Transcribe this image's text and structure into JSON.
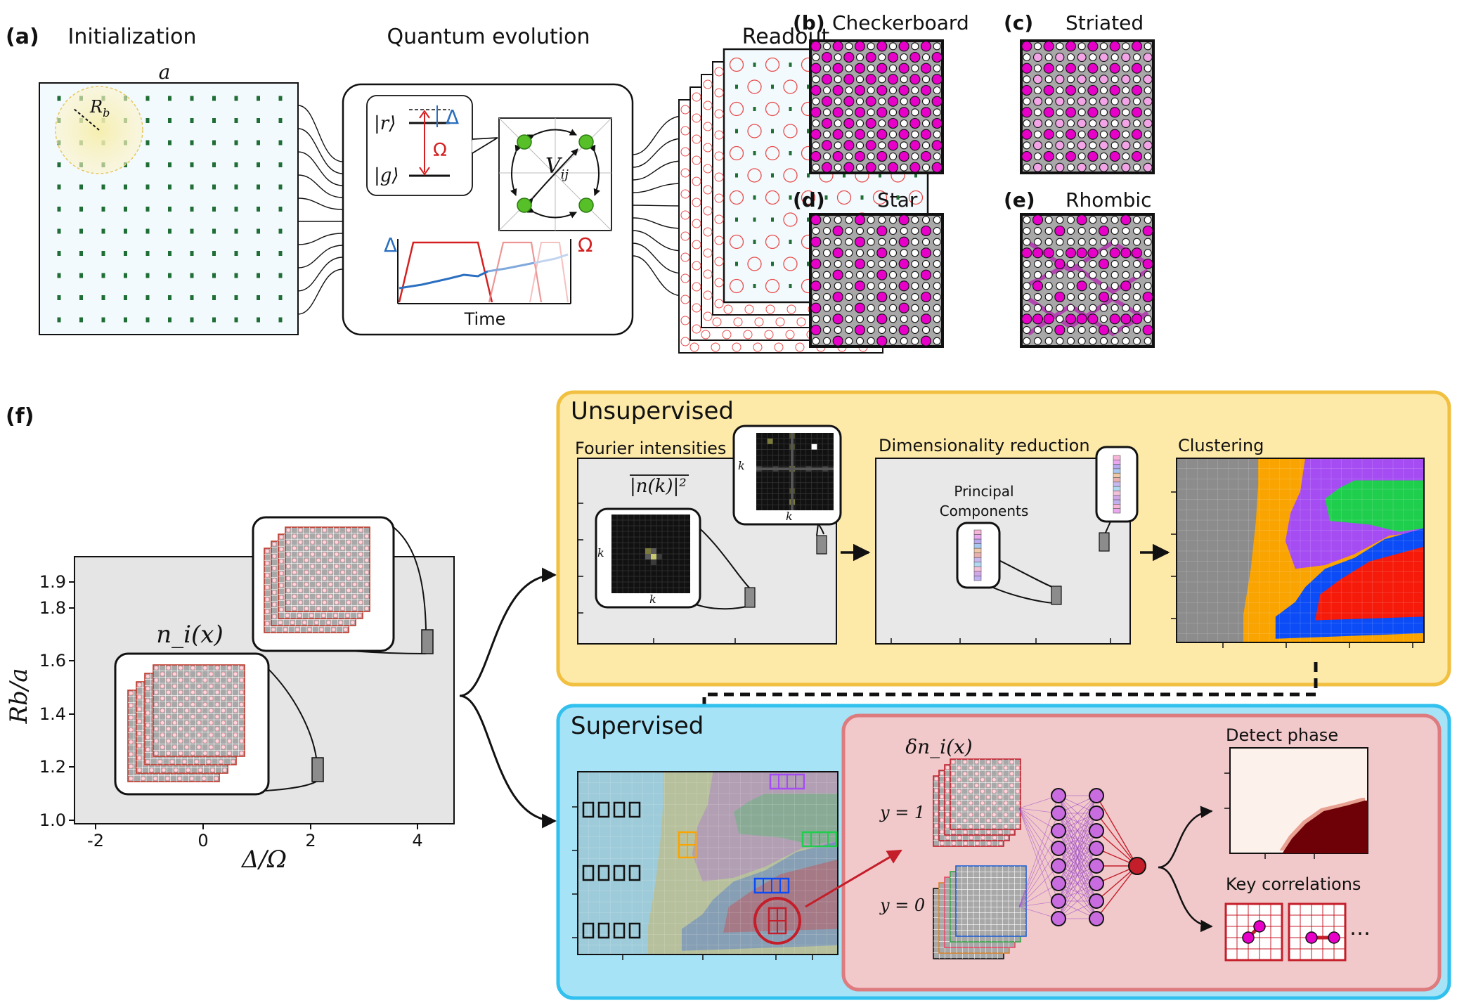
{
  "panel_a": {
    "label": "(a)",
    "initialization": {
      "title": "Initialization",
      "spacing_label": "a",
      "radius_label": "R",
      "radius_sub": "b"
    },
    "evolution": {
      "title": "Quantum evolution",
      "ket_r": "|r⟩",
      "ket_g": "|g⟩",
      "delta": "Δ",
      "omega": "Ω",
      "vij": "V",
      "vij_sub": "ij",
      "time_label": "Time"
    },
    "readout": {
      "title": "Readout"
    }
  },
  "phase_panels": [
    {
      "label": "(b)",
      "name": "Checkerboard"
    },
    {
      "label": "(c)",
      "name": "Striated"
    },
    {
      "label": "(d)",
      "name": "Star"
    },
    {
      "label": "(e)",
      "name": "Rhombic"
    }
  ],
  "panel_f": {
    "label": "(f)",
    "phase_plot": {
      "y_label": "Rb/a",
      "x_label": "Δ/Ω",
      "x_ticks": [
        "-2",
        "0",
        "2",
        "4"
      ],
      "y_ticks": [
        "1.0",
        "1.2",
        "1.4",
        "1.6",
        "1.8",
        "1.9"
      ],
      "snapshot_label": "n_i(x)"
    },
    "unsupervised": {
      "title": "Unsupervised",
      "fourier": {
        "title": "Fourier intensities",
        "formula": "|n(k)|²",
        "kx": "k",
        "ky": "k"
      },
      "dimred": {
        "title": "Dimensionality reduction",
        "pc_line1": "Principal",
        "pc_line2": "Components"
      },
      "clustering": {
        "title": "Clustering"
      }
    },
    "supervised": {
      "title": "Supervised",
      "delta_n": "δn_i(x)",
      "y1": "y = 1",
      "y0": "y = 0",
      "detect": "Detect phase",
      "key_corr": "Key correlations",
      "ellipsis": "…"
    }
  },
  "colors": {
    "magenta": "#e600c8",
    "pink_light": "#f2a4e6",
    "gray_site": "#b4b4b4",
    "unsup_fill": "#fde9a8",
    "unsup_stroke": "#f2c040",
    "sup_fill": "#a6e3f7",
    "sup_stroke": "#32c0ee",
    "nn_fill": "#f2c9cb",
    "nn_stroke": "#dd7b7e",
    "cluster_orange": "#f9a400",
    "cluster_purple": "#a54cf2",
    "cluster_green": "#1fce4d",
    "cluster_blue": "#0b4cf6",
    "cluster_red": "#f51a0a",
    "cluster_gray": "#8c8c8c",
    "dark_red": "#6e0008",
    "readout_red": "#e84b4b"
  }
}
